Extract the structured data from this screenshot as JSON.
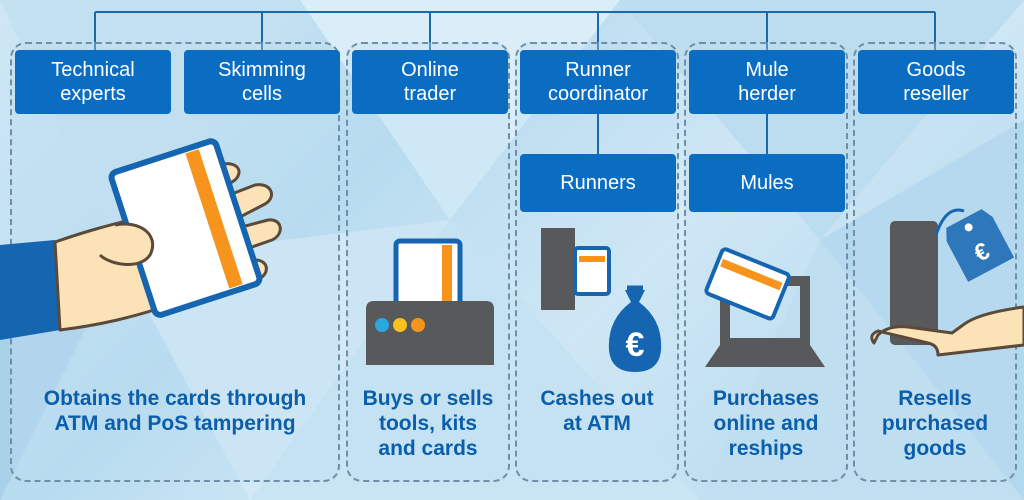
{
  "panels": [
    {
      "roles": [
        "Technical\nexperts",
        "Skimming\ncells"
      ],
      "description": "Obtains the cards through\nATM and PoS tampering",
      "icon": "hand-holding-card"
    },
    {
      "roles": [
        "Online\ntrader"
      ],
      "description": "Buys or sells\ntools, kits\nand cards",
      "icon": "card-printer"
    },
    {
      "roles": [
        "Runner\ncoordinator"
      ],
      "sub_role": "Runners",
      "description": "Cashes out\nat ATM",
      "icon": "atm-money-bag"
    },
    {
      "roles": [
        "Mule\nherder"
      ],
      "sub_role": "Mules",
      "description": "Purchases\nonline and\nreships",
      "icon": "laptop-card"
    },
    {
      "roles": [
        "Goods\nreseller"
      ],
      "description": "Resells\npurchased\ngoods",
      "icon": "hand-holding-goods"
    }
  ],
  "colors": {
    "box_blue": "#0a6dc2",
    "text_blue": "#0a5eaa",
    "card_orange": "#f7941d",
    "device_gray": "#58595b"
  },
  "currency_symbol": "€"
}
